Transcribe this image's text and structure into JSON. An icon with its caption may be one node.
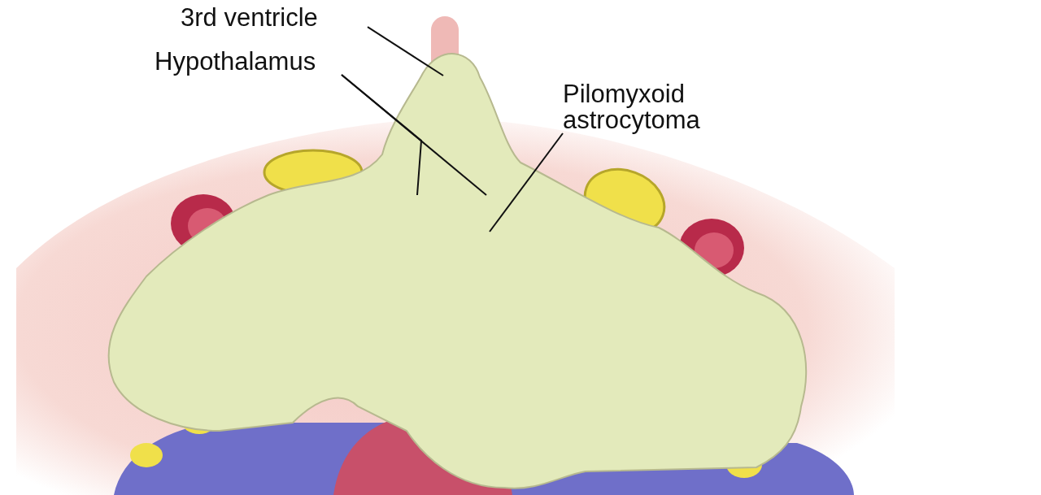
{
  "diagram": {
    "nodes": [
      {
        "text": [
          "3rd ventricle"
        ]
      },
      {
        "text": [
          "Hypothalamus"
        ]
      },
      {
        "text": [
          "Pilomyxoid astrocytoma"
        ]
      },
      {
        "text": [],
        "shape": "picture"
      }
    ],
    "edges": [
      {
        "from": 0,
        "to": 3,
        "arrow": "none"
      },
      {
        "from": 1,
        "to": 3,
        "arrow": "none"
      },
      {
        "from": 1,
        "to": 3,
        "arrow": "none"
      },
      {
        "from": 2,
        "to": 3,
        "arrow": "none"
      }
    ]
  }
}
